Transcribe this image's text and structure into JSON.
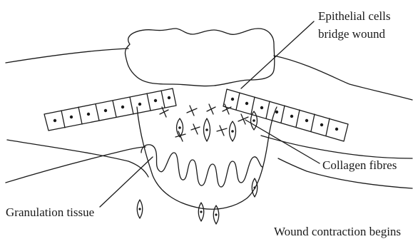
{
  "labels": {
    "epithelial_line1": "Epithelial cells",
    "epithelial_line2": "bridge wound",
    "collagen": "Collagen fibres",
    "granulation": "Granulation tissue",
    "contraction": "Wound contraction begins"
  },
  "colors": {
    "stroke": "#1a1a1a",
    "background": "#ffffff"
  }
}
